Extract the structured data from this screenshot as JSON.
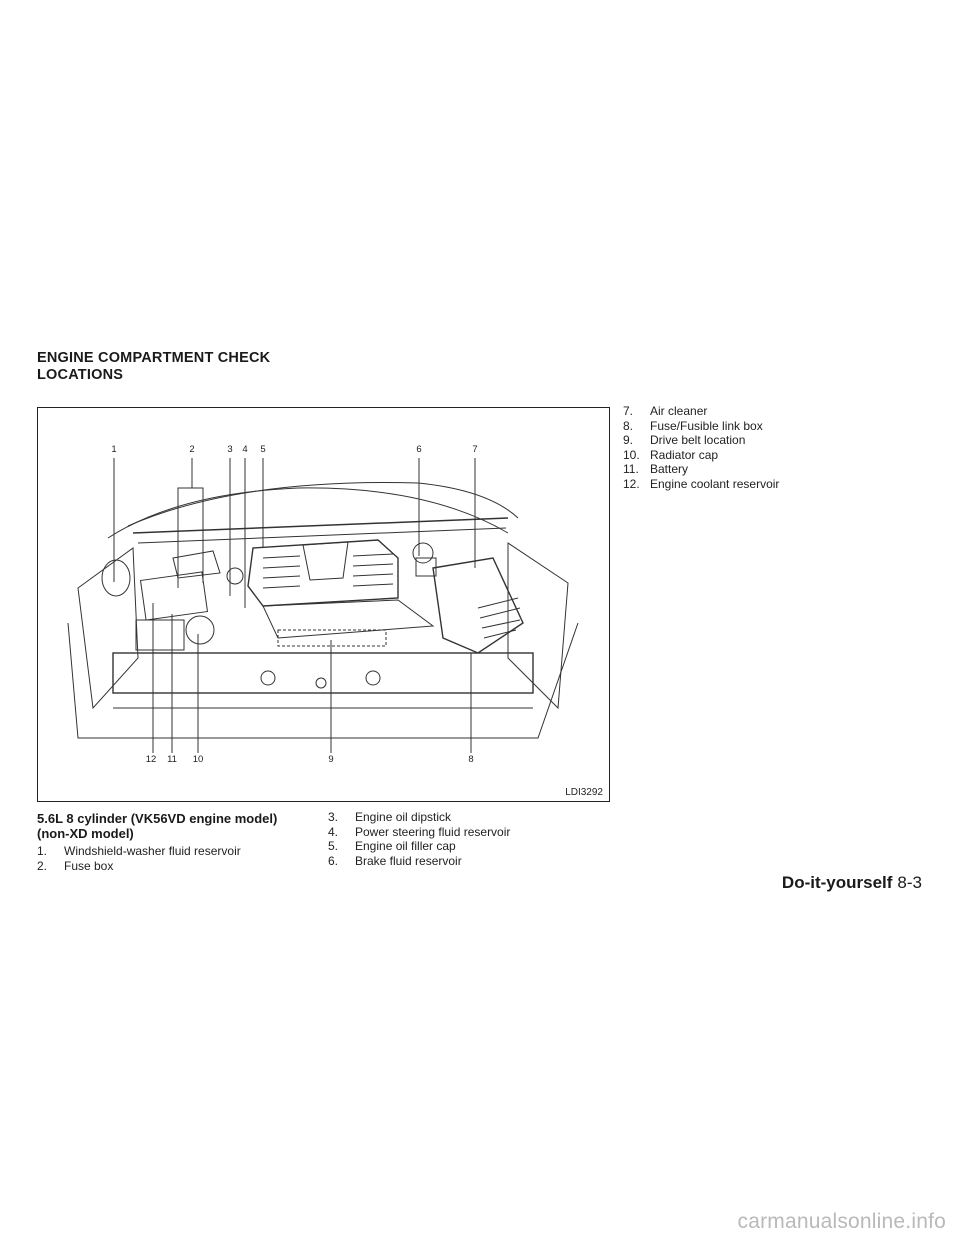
{
  "heading": {
    "line1": "ENGINE COMPARTMENT CHECK",
    "line2": "LOCATIONS"
  },
  "figure": {
    "code": "LDI3292",
    "callouts_top": [
      "1",
      "2",
      "3",
      "4",
      "5",
      "6",
      "7"
    ],
    "callouts_bottom": [
      "12",
      "11",
      "10",
      "9",
      "8"
    ]
  },
  "subhead": {
    "line1": "5.6L 8 cylinder (VK56VD engine model)",
    "line2": "(non-XD model)"
  },
  "legend": [
    {
      "num": "1.",
      "label": "Windshield-washer fluid reservoir"
    },
    {
      "num": "2.",
      "label": "Fuse box"
    },
    {
      "num": "3.",
      "label": "Engine oil dipstick"
    },
    {
      "num": "4.",
      "label": "Power steering fluid reservoir"
    },
    {
      "num": "5.",
      "label": "Engine oil filler cap"
    },
    {
      "num": "6.",
      "label": "Brake fluid reservoir"
    },
    {
      "num": "7.",
      "label": "Air cleaner"
    },
    {
      "num": "8.",
      "label": "Fuse/Fusible link box"
    },
    {
      "num": "9.",
      "label": "Drive belt location"
    },
    {
      "num": "10.",
      "label": "Radiator cap"
    },
    {
      "num": "11.",
      "label": "Battery"
    },
    {
      "num": "12.",
      "label": "Engine coolant reservoir"
    }
  ],
  "footer": {
    "section": "Do-it-yourself",
    "page": "8-3"
  },
  "watermark": "carmanualsonline.info"
}
